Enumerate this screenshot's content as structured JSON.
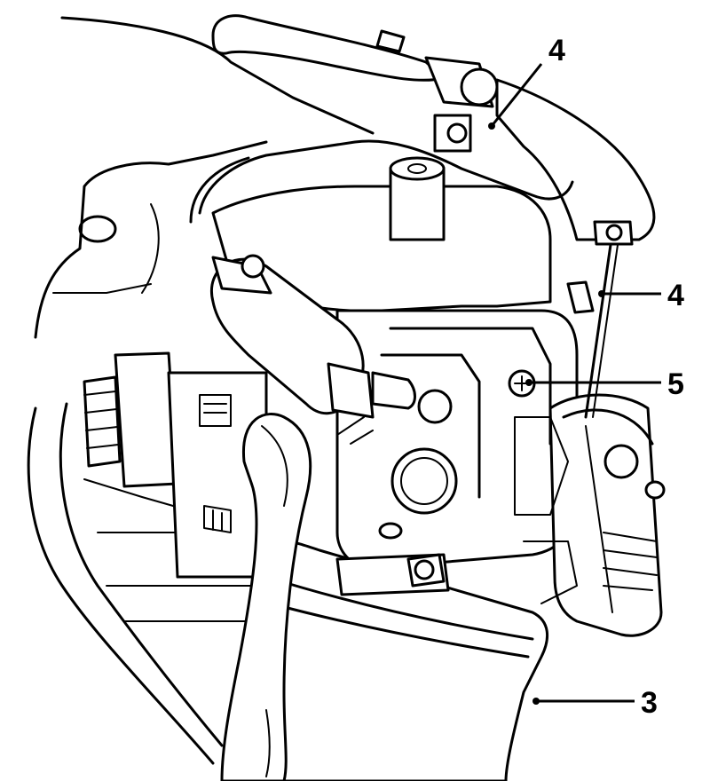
{
  "callouts": [
    {
      "id": "4",
      "text": "4"
    },
    {
      "id": "4b",
      "text": "4"
    },
    {
      "id": "5",
      "text": "5"
    },
    {
      "id": "3",
      "text": "3"
    }
  ]
}
